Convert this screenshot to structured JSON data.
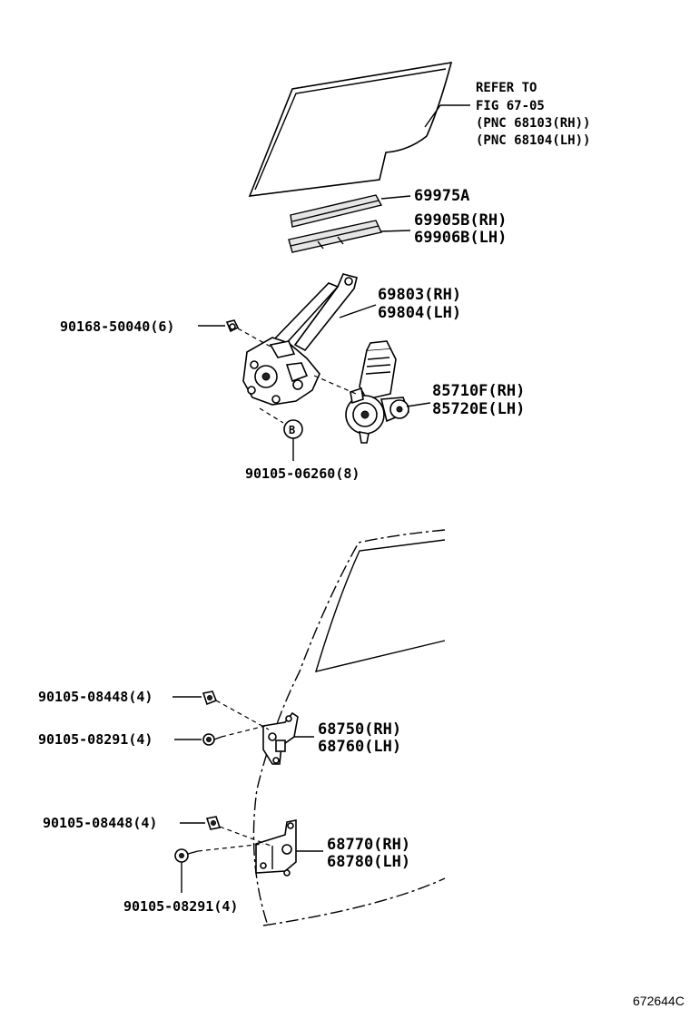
{
  "labels": {
    "refer_1": "REFER TO",
    "refer_2": "FIG 67-05",
    "refer_3": "(PNC 68103(RH))",
    "refer_4": "(PNC 68104(LH))",
    "p69975a": "69975A",
    "p69905b": "69905B(RH)",
    "p69906b": "69906B(LH)",
    "p69803": "69803(RH)",
    "p69804": "69804(LH)",
    "p90168": "90168-50040(6)",
    "p85710f": "85710F(RH)",
    "p85720e": "85720E(LH)",
    "circle_b": "B",
    "p90105_06260": "90105-06260(8)",
    "p90105_08448_a": "90105-08448(4)",
    "p90105_08291_a": "90105-08291(4)",
    "p68750": "68750(RH)",
    "p68760": "68760(LH)",
    "p90105_08448_b": "90105-08448(4)",
    "p90105_08291_b": "90105-08291(4)",
    "p68770": "68770(RH)",
    "p68780": "68780(LH)",
    "figure_id": "672644C"
  }
}
